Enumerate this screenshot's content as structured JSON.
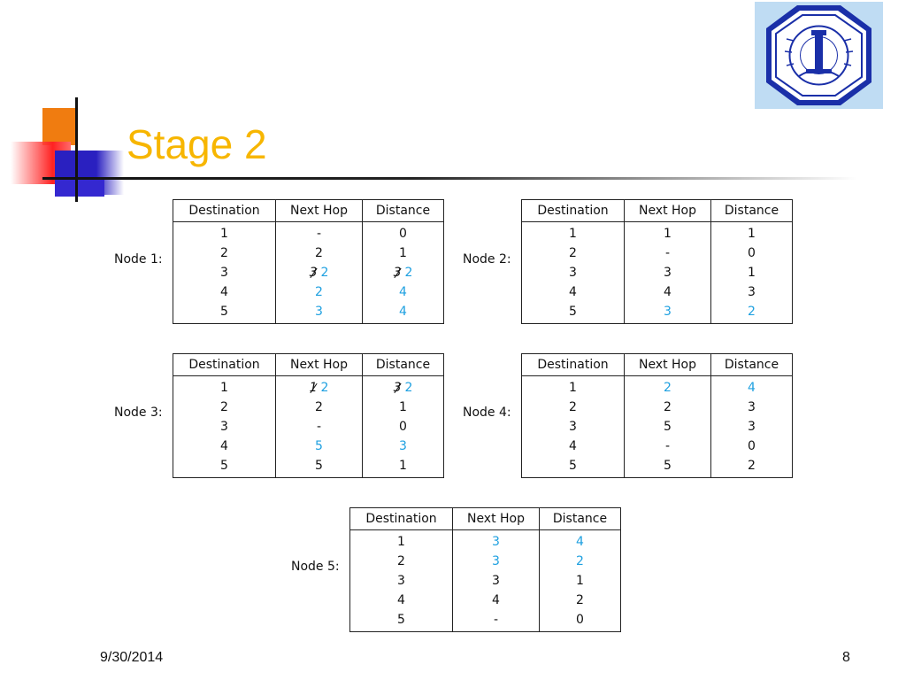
{
  "slide": {
    "title": "Stage 2",
    "date": "9/30/2014",
    "page_number": "8"
  },
  "colors": {
    "title": "#f7b600",
    "updated_value": "#1ea0e0",
    "accent_orange": "#f07c10",
    "accent_red": "#ff2222",
    "accent_blue": "#2a20c0"
  },
  "logo": {
    "icon": "university-seal-icon"
  },
  "table_headers": [
    "Destination",
    "Next Hop",
    "Distance"
  ],
  "nodes": [
    {
      "label": "Node 1:",
      "rows": [
        {
          "dest": "1",
          "hop": {
            "value": "-"
          },
          "dist": {
            "value": "0"
          }
        },
        {
          "dest": "2",
          "hop": {
            "value": "2"
          },
          "dist": {
            "value": "1"
          }
        },
        {
          "dest": "3",
          "hop": {
            "old": "3",
            "value": "2",
            "updated": true
          },
          "dist": {
            "old": "3",
            "value": "2",
            "updated": true
          }
        },
        {
          "dest": "4",
          "hop": {
            "value": "2",
            "updated": true
          },
          "dist": {
            "value": "4",
            "updated": true
          }
        },
        {
          "dest": "5",
          "hop": {
            "value": "3",
            "updated": true
          },
          "dist": {
            "value": "4",
            "updated": true
          }
        }
      ]
    },
    {
      "label": "Node 2:",
      "rows": [
        {
          "dest": "1",
          "hop": {
            "value": "1"
          },
          "dist": {
            "value": "1"
          }
        },
        {
          "dest": "2",
          "hop": {
            "value": "-"
          },
          "dist": {
            "value": "0"
          }
        },
        {
          "dest": "3",
          "hop": {
            "value": "3"
          },
          "dist": {
            "value": "1"
          }
        },
        {
          "dest": "4",
          "hop": {
            "value": "4"
          },
          "dist": {
            "value": "3"
          }
        },
        {
          "dest": "5",
          "hop": {
            "value": "3",
            "updated": true
          },
          "dist": {
            "value": "2",
            "updated": true
          }
        }
      ]
    },
    {
      "label": "Node 3:",
      "rows": [
        {
          "dest": "1",
          "hop": {
            "old": "1",
            "value": "2",
            "updated": true
          },
          "dist": {
            "old": "3",
            "value": "2",
            "updated": true
          }
        },
        {
          "dest": "2",
          "hop": {
            "value": "2"
          },
          "dist": {
            "value": "1"
          }
        },
        {
          "dest": "3",
          "hop": {
            "value": "-"
          },
          "dist": {
            "value": "0"
          }
        },
        {
          "dest": "4",
          "hop": {
            "value": "5",
            "updated": true
          },
          "dist": {
            "value": "3",
            "updated": true
          }
        },
        {
          "dest": "5",
          "hop": {
            "value": "5"
          },
          "dist": {
            "value": "1"
          }
        }
      ]
    },
    {
      "label": "Node 4:",
      "rows": [
        {
          "dest": "1",
          "hop": {
            "value": "2",
            "updated": true
          },
          "dist": {
            "value": "4",
            "updated": true
          }
        },
        {
          "dest": "2",
          "hop": {
            "value": "2"
          },
          "dist": {
            "value": "3"
          }
        },
        {
          "dest": "3",
          "hop": {
            "value": "5"
          },
          "dist": {
            "value": "3"
          }
        },
        {
          "dest": "4",
          "hop": {
            "value": "-"
          },
          "dist": {
            "value": "0"
          }
        },
        {
          "dest": "5",
          "hop": {
            "value": "5"
          },
          "dist": {
            "value": "2"
          }
        }
      ]
    },
    {
      "label": "Node 5:",
      "rows": [
        {
          "dest": "1",
          "hop": {
            "value": "3",
            "updated": true
          },
          "dist": {
            "value": "4",
            "updated": true
          }
        },
        {
          "dest": "2",
          "hop": {
            "value": "3",
            "updated": true
          },
          "dist": {
            "value": "2",
            "updated": true
          }
        },
        {
          "dest": "3",
          "hop": {
            "value": "3"
          },
          "dist": {
            "value": "1"
          }
        },
        {
          "dest": "4",
          "hop": {
            "value": "4"
          },
          "dist": {
            "value": "2"
          }
        },
        {
          "dest": "5",
          "hop": {
            "value": "-"
          },
          "dist": {
            "value": "0"
          }
        }
      ]
    }
  ]
}
